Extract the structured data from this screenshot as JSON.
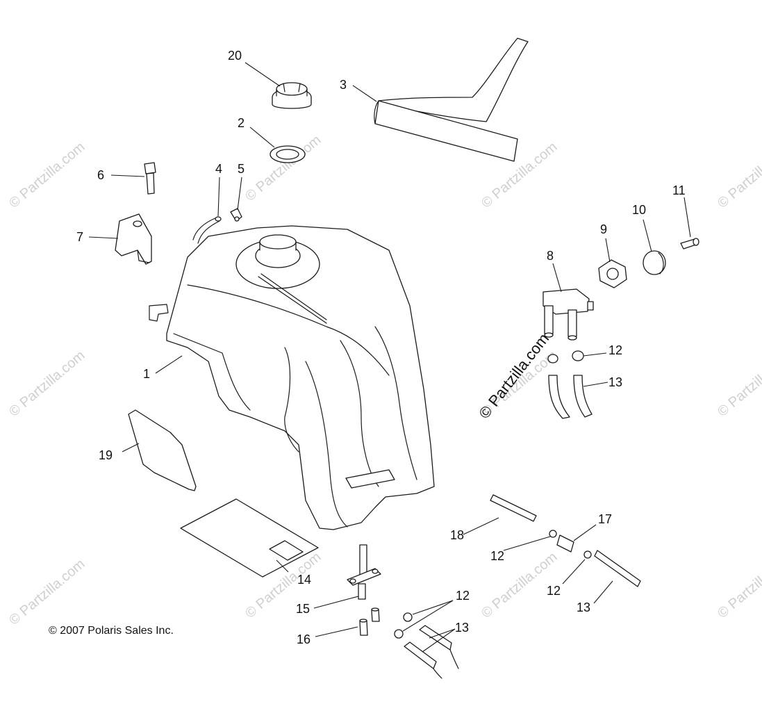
{
  "copyright": "© 2007 Polaris Sales Inc.",
  "watermark": "© Partzilla.com",
  "watermark_main": "© Partzilla.com",
  "callouts": [
    "20",
    "3",
    "2",
    "6",
    "4",
    "5",
    "7",
    "11",
    "10",
    "9",
    "8",
    "12",
    "13",
    "1",
    "19",
    "18",
    "17",
    "12",
    "12",
    "14",
    "15",
    "12",
    "13",
    "16",
    "13"
  ]
}
